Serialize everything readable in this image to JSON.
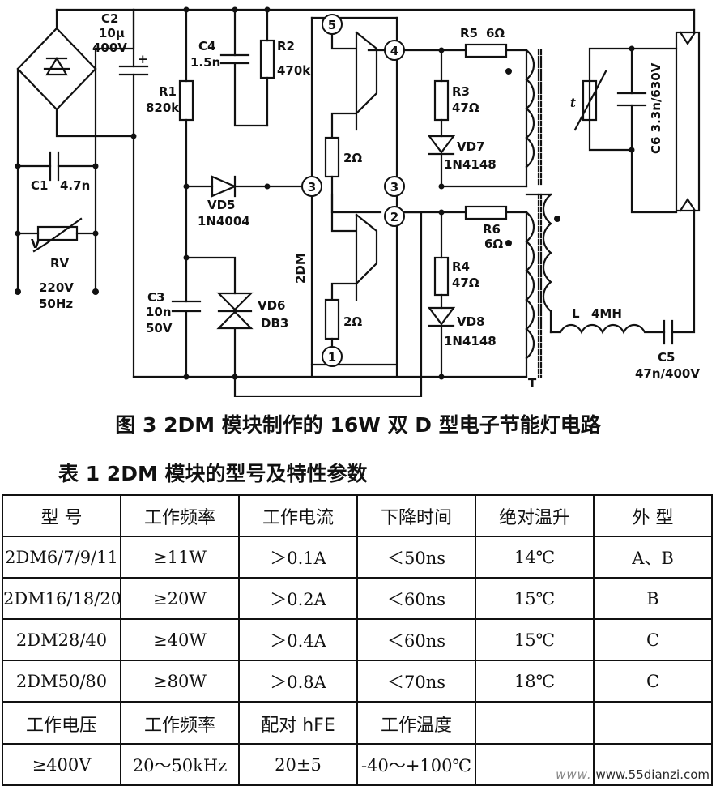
{
  "diagram": {
    "labels": {
      "c2": "C2",
      "c2_val": "10μ",
      "c2_v": "400V",
      "c2_plus": "+",
      "c4": "C4",
      "c4_val": "1.5n",
      "r2": "R2",
      "r2_val": "470k",
      "r1": "R1",
      "r1_val": "820k",
      "c1": "C1",
      "c1_val": "4.7n",
      "rv": "RV",
      "mains_v": "220V",
      "mains_f": "50Hz",
      "vd5": "VD5",
      "vd5_part": "1N4004",
      "c3": "C3",
      "c3_val": "10n",
      "c3_v": "50V",
      "vd6": "VD6",
      "vd6_part": "DB3",
      "module": "2DM",
      "r_emit": "2Ω",
      "r5": "R5",
      "r5_val": "6Ω",
      "r3": "R3",
      "r3_val": "47Ω",
      "vd7": "VD7",
      "vd7_part": "1N4148",
      "r6": "R6",
      "r6_val": "6Ω",
      "r4": "R4",
      "r4_val": "47Ω",
      "vd8": "VD8",
      "vd8_part": "1N4148",
      "transformer": "T",
      "inductor": "L",
      "inductor_val": "4MH",
      "c5": "C5",
      "c5_val": "47n/400V",
      "c6_label": "C6 3.3n/630V",
      "thermistor": "t",
      "rv_mark": "V",
      "pin1": "1",
      "pin2": "2",
      "pin3": "3",
      "pin4": "4",
      "pin5": "5"
    }
  },
  "figure_caption": "图 3  2DM 模块制作的 16W 双 D 型电子节能灯电路",
  "table_title": "表 1  2DM 模块的型号及特性参数",
  "table": {
    "header": [
      "型  号",
      "工作频率",
      "工作电流",
      "下降时间",
      "绝对温升",
      "外  型"
    ],
    "rows": [
      [
        "2DM6/7/9/11",
        "≥11W",
        "＞0.1A",
        "＜50ns",
        "14℃",
        "A、B"
      ],
      [
        "2DM16/18/20",
        "≥20W",
        "＞0.2A",
        "＜60ns",
        "15℃",
        "B"
      ],
      [
        "2DM28/40",
        "≥40W",
        "＞0.4A",
        "＜60ns",
        "15℃",
        "C"
      ],
      [
        "2DM50/80",
        "≥80W",
        "＞0.8A",
        "＜70ns",
        "18℃",
        "C"
      ]
    ],
    "header2": [
      "工作电压",
      "工作频率",
      "配对 hFE",
      "工作温度",
      "",
      ""
    ],
    "row2": [
      "≥400V",
      "20～50kHz",
      "20±5",
      "-40～+100℃",
      "",
      ""
    ]
  },
  "watermark": {
    "www": "www.",
    "site": "www.55dianzi.com"
  }
}
